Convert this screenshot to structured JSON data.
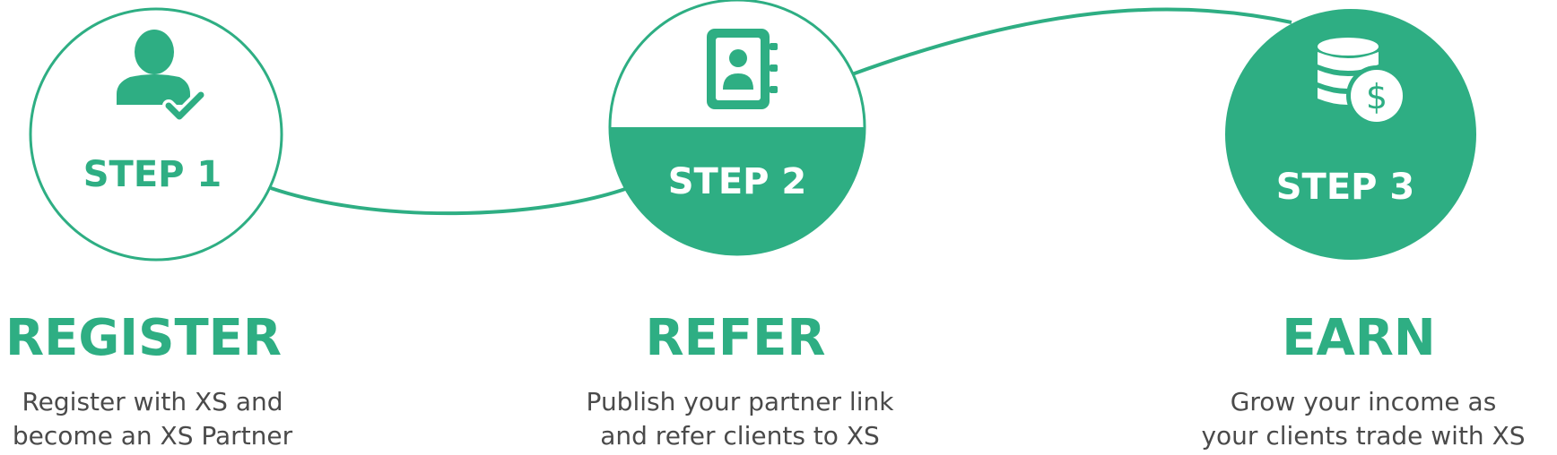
{
  "colors": {
    "accent": "#2eae83",
    "text": "#4a4a4a",
    "background": "#ffffff"
  },
  "steps": [
    {
      "badge": "STEP 1",
      "icon": "user-check-icon",
      "title": "REGISTER",
      "desc_line1": "Register with XS and",
      "desc_line2": "become an XS Partner"
    },
    {
      "badge": "STEP 2",
      "icon": "address-book-icon",
      "title": "REFER",
      "desc_line1": "Publish your partner link",
      "desc_line2": "and refer clients to XS"
    },
    {
      "badge": "STEP 3",
      "icon": "coins-dollar-icon",
      "title": "EARN",
      "desc_line1": "Grow your income as",
      "desc_line2": "your clients trade with XS"
    }
  ]
}
